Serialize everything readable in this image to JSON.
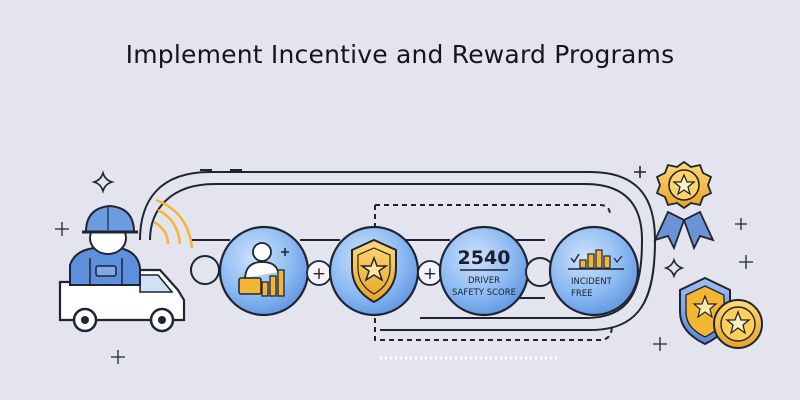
{
  "title": "Implement Incentive and Reward Programs",
  "steps": [
    {
      "icon": "driver-progress-icon"
    },
    {
      "icon": "shield-star-icon"
    },
    {
      "value": "2540",
      "label_line1": "DRIVER",
      "label_line2": "SAFETY SCORE"
    },
    {
      "label_line1": "INCIDENT",
      "label_line2": "FREE"
    }
  ],
  "connectors": [
    "+",
    "+"
  ],
  "colors": {
    "background": "#e4e4ee",
    "circle_fill": "#7fb0ee",
    "gold": "#f2b632",
    "outline": "#1f2433",
    "ribbon": "#6c93d6"
  }
}
